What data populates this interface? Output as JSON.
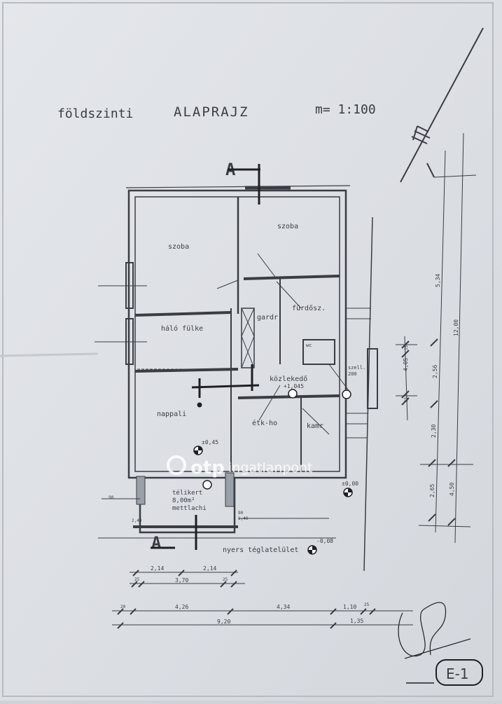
{
  "title": {
    "level": "földszinti",
    "name": "ALAPRAJZ",
    "scale": "m= 1:100"
  },
  "section_marker": "A",
  "rooms": {
    "szoba_left": "szoba",
    "szoba_right": "szoba",
    "furdo": "fürdősz.",
    "gardrob": "gardr.",
    "halo_fulke": "háló fülke",
    "kozlekedo": "közlekedő",
    "kozlekedo_level": "+1,045",
    "nappali": "nappali",
    "etkezo": "étk-ho",
    "kamra": "kamr",
    "wc": "wc",
    "telikert": "télikert",
    "telikert_area": "8,00m²",
    "telikert_floor": "mettlachi",
    "nyers": "nyers téglatelület",
    "szell": "szell.",
    "szell_size": "200"
  },
  "levels": {
    "nappali": "±0,45",
    "outside": "±0,00",
    "brick": "-0,08"
  },
  "dimensions": {
    "bottom_row1": [
      "2,14",
      "2,14"
    ],
    "bottom_row2": [
      "25",
      "3,70",
      "25"
    ],
    "bottom_row3": [
      "20",
      "4,26",
      "4,34",
      "1,10",
      "25"
    ],
    "bottom_row4": [
      "9,20",
      "1,35"
    ],
    "right_inner": [
      "4,05",
      "15",
      "15"
    ],
    "right_mid": [
      "5,34",
      "2,56",
      "2,30",
      "2,65"
    ],
    "right_outer": [
      "12,00",
      "4,50"
    ],
    "sun": [
      "90",
      "2,40",
      "90",
      "1,40"
    ]
  },
  "watermark": {
    "brand": "otp",
    "name": "ingatlanpont"
  },
  "sheet_id": "E-1",
  "colors": {
    "paper": "#dfe2e6",
    "ink": "#3a3d44",
    "watermark": "#ffffff"
  }
}
